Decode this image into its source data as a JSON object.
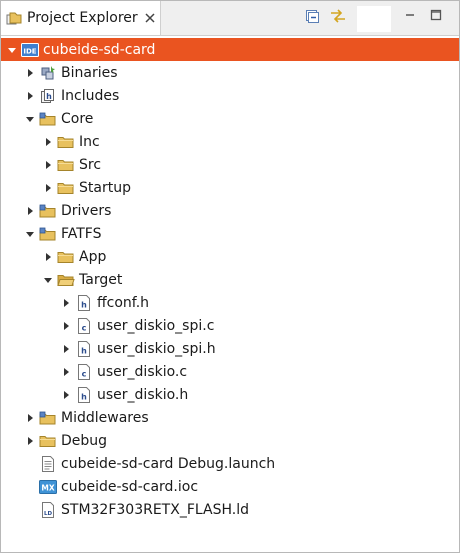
{
  "view": {
    "tab_title": "Project Explorer",
    "selected_color": "#ea5420",
    "folder_color": "#e8c15e"
  },
  "tree": {
    "project": "cubeide-sd-card",
    "binaries": "Binaries",
    "includes": "Includes",
    "core": "Core",
    "core_inc": "Inc",
    "core_src": "Src",
    "core_startup": "Startup",
    "drivers": "Drivers",
    "fatfs": "FATFS",
    "fatfs_app": "App",
    "fatfs_target": "Target",
    "file_ffconf_h": "ffconf.h",
    "file_user_diskio_spi_c": "user_diskio_spi.c",
    "file_user_diskio_spi_h": "user_diskio_spi.h",
    "file_user_diskio_c": "user_diskio.c",
    "file_user_diskio_h": "user_diskio.h",
    "middlewares": "Middlewares",
    "debug": "Debug",
    "file_launch": "cubeide-sd-card Debug.launch",
    "file_ioc": "cubeide-sd-card.ioc",
    "file_ld": "STM32F303RETX_FLASH.ld"
  },
  "icons": {
    "project_badge": "IDE",
    "ioc_badge": "MX",
    "c_badge": "c",
    "h_badge": "h",
    "ld_badge": "LD"
  }
}
